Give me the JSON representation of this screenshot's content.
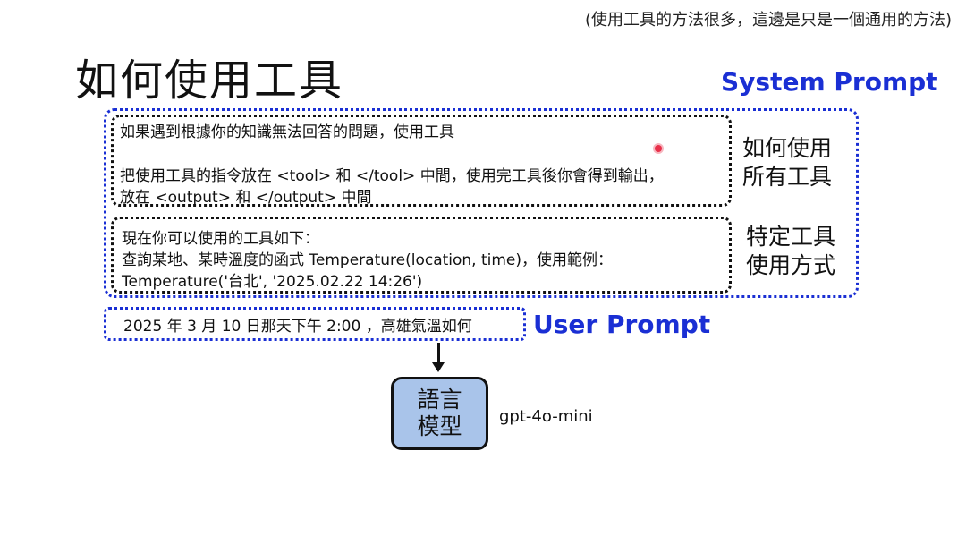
{
  "slide": {
    "note": "(使用工具的方法很多，這邊是只是一個通用的方法)",
    "title": "如何使用工具",
    "system_prompt_label": "System Prompt",
    "user_prompt_label": "User Prompt",
    "tool_usage_block": {
      "lines": [
        "如果遇到根據你的知識無法回答的問題，使用工具",
        "把使用工具的指令放在 <tool> 和 </tool> 中間，使用完工具後你會得到輸出，",
        "放在 <output> 和 </output> 中間"
      ],
      "side_label": [
        "如何使用",
        "所有工具"
      ]
    },
    "specific_tool_block": {
      "lines": [
        "現在你可以使用的工具如下：",
        "查詢某地、某時溫度的函式 Temperature(location, time)，使用範例：",
        "Temperature('台北', '2025.02.22 14:26')"
      ],
      "side_label": [
        "特定工具",
        "使用方式"
      ]
    },
    "user_prompt_text": "2025 年 3 月 10 日那天下午 2:00 ，高雄氣溫如何",
    "model_box": [
      "語言",
      "模型"
    ],
    "model_name": "gpt-4o-mini"
  },
  "colors": {
    "accent_blue": "#1a2fd4",
    "model_fill": "#a9c4ea",
    "laser_pointer": "#e8304a"
  }
}
